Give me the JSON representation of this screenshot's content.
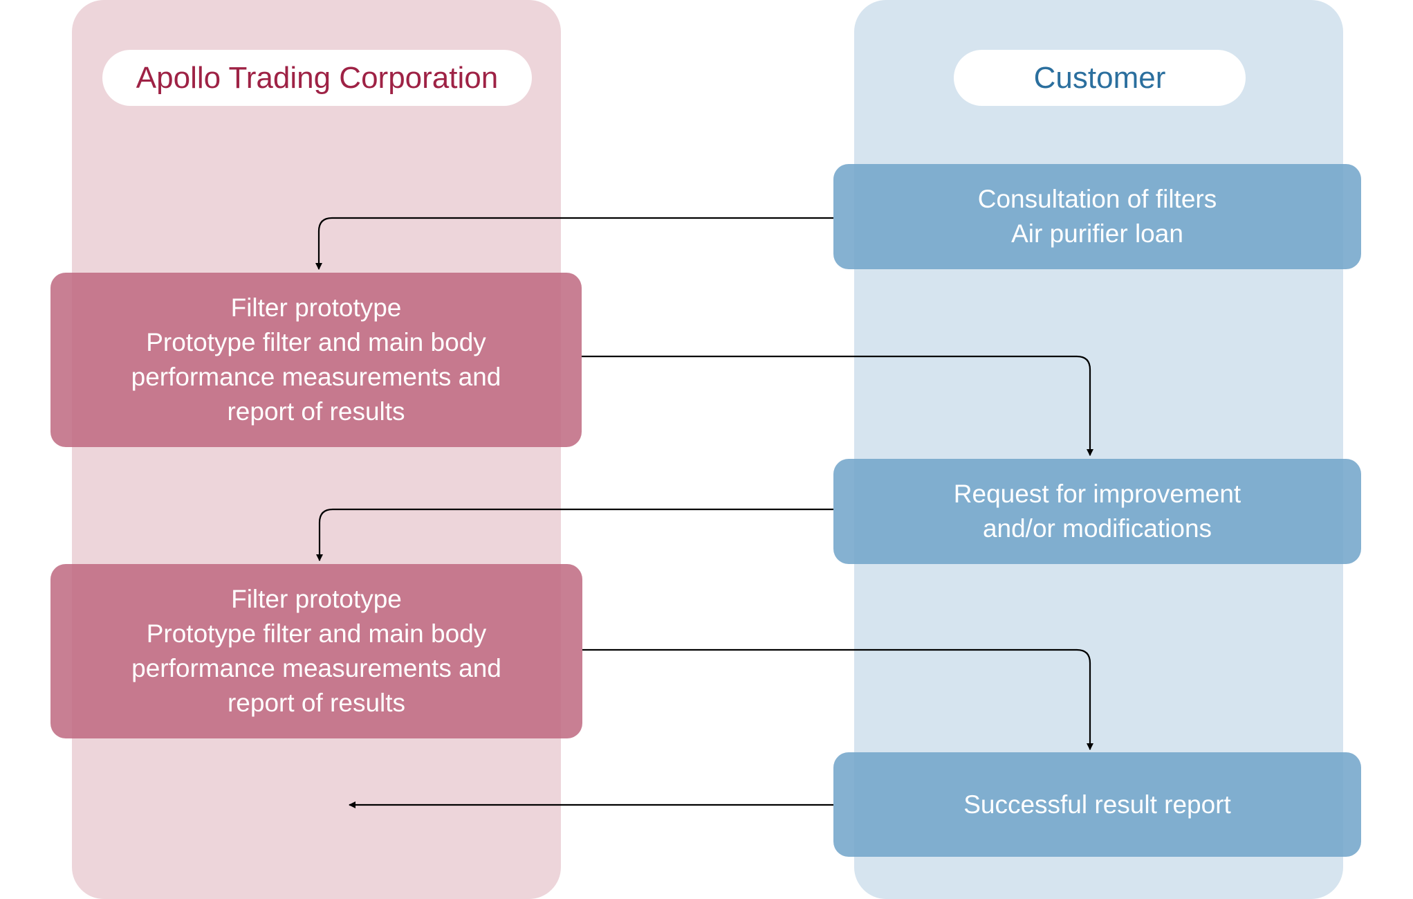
{
  "lanes": {
    "left": {
      "title": "Apollo Trading Corporation",
      "color": "#9e2245",
      "fill": "#edd5da"
    },
    "right": {
      "title": "Customer",
      "color": "#2b6f9e",
      "fill": "#d6e4ef"
    }
  },
  "steps": {
    "consultation": {
      "lines": [
        "Consultation of filters",
        "Air purifier loan"
      ]
    },
    "prototype_1": {
      "lines": [
        "Filter prototype",
        "Prototype filter and main body",
        "performance measurements and",
        "report of results"
      ]
    },
    "request": {
      "lines": [
        "Request for improvement",
        "and/or modifications"
      ]
    },
    "prototype_2": {
      "lines": [
        "Filter prototype",
        "Prototype filter and main body",
        "performance measurements and",
        "report of results"
      ]
    },
    "success": {
      "lines": [
        "Successful result report"
      ]
    }
  },
  "flow": [
    {
      "from": "consultation",
      "to": "prototype_1"
    },
    {
      "from": "prototype_1",
      "to": "request"
    },
    {
      "from": "request",
      "to": "prototype_2"
    },
    {
      "from": "prototype_2",
      "to": "success"
    },
    {
      "from": "success",
      "to": "left-lane"
    }
  ]
}
